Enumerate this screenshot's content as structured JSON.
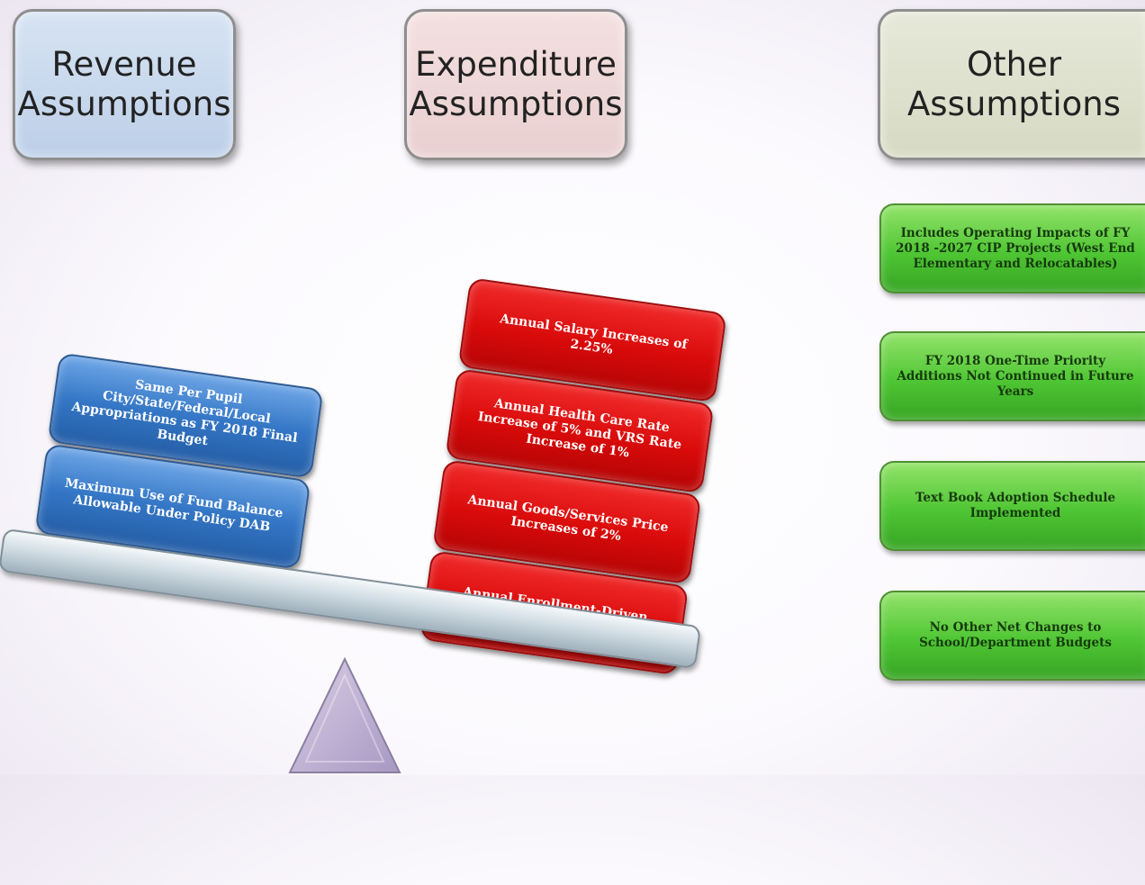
{
  "headers": {
    "revenue": "Revenue Assumptions",
    "expenditure": "Expenditure Assumptions",
    "other": "Other Assumptions"
  },
  "revenue_items": [
    "Same Per Pupil City/State/Federal/Local Appropriations as FY 2018 Final Budget",
    "Maximum Use of Fund Balance Allowable Under Policy DAB"
  ],
  "expenditure_items": [
    "Annual Salary Increases of 2.25%",
    "Annual Health Care  Rate Increase of 5% and VRS Rate Increase of 1%",
    "Annual Goods/Services Price Increases of 2%",
    "Annual Enrollment-Driven Staffing Increase of 1.5%"
  ],
  "other_items": [
    "Includes Operating Impacts of FY 2018 -2027 CIP Projects (West End Elementary and Relocatables)",
    "FY 2018 One-Time Priority Additions Not Continued in Future Years",
    "Text Book Adoption Schedule Implemented",
    "No Other Net Changes to School/Department Budgets"
  ],
  "colors": {
    "revenue": "#3477c6",
    "expenditure": "#d90a0a",
    "other": "#4fc634",
    "beam": "#cfdbe2",
    "fulcrum": "#b9a9cf"
  }
}
